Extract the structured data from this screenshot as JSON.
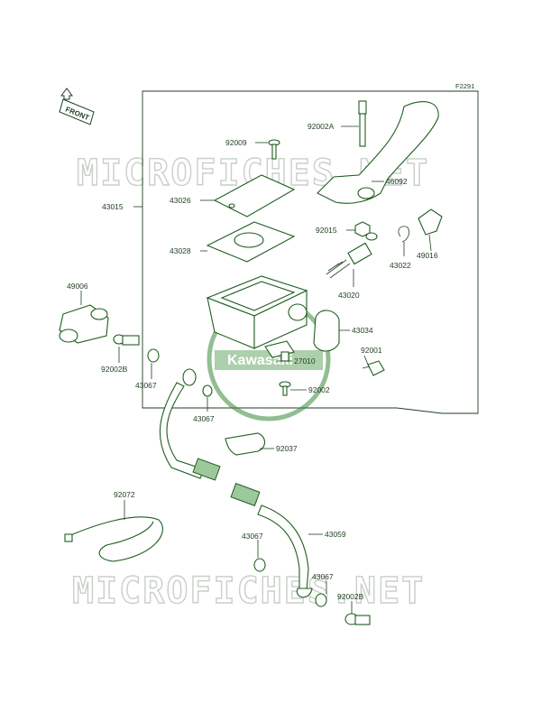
{
  "diagram": {
    "code": "F2291",
    "front_label": "FRONT",
    "watermark": "MICROFICHES.NET",
    "seal_text": "Kawasaki",
    "parts": {
      "p92002A": "92002A",
      "p92009": "92009",
      "p43015": "43015",
      "p43026": "43026",
      "p46092": "46092",
      "p43028": "43028",
      "p92015": "92015",
      "p49016": "49016",
      "p43022": "43022",
      "p43020": "43020",
      "p49006": "49006",
      "p43034": "43034",
      "p92001": "92001",
      "p27010": "27010",
      "p92002B_top": "92002B",
      "p43067_a": "43067",
      "p92002": "92002",
      "p43067_b": "43067",
      "p92037": "92037",
      "p92072": "92072",
      "p43059": "43059",
      "p43067_c": "43067",
      "p43067_d": "43067",
      "p92002B_bottom": "92002B"
    }
  }
}
